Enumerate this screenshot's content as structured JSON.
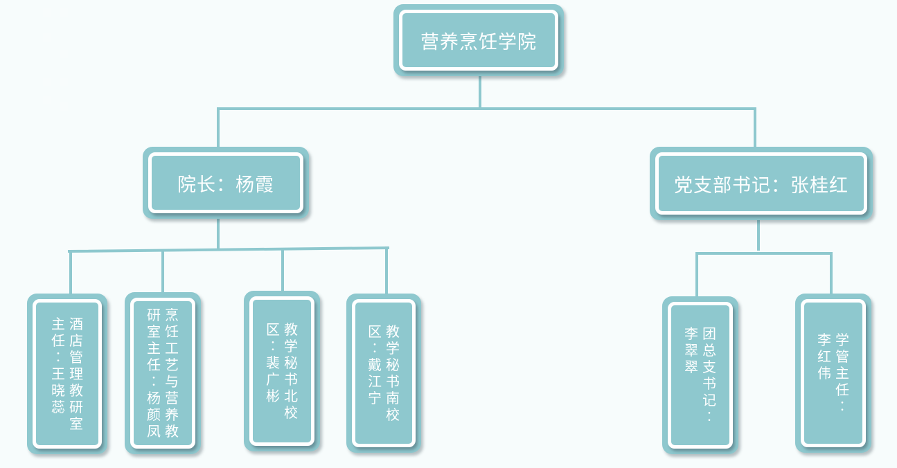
{
  "root": {
    "title": "营养烹饪学院"
  },
  "level1": {
    "dean": "院长：杨霞",
    "party": "党支部书记：张桂红"
  },
  "level2": [
    {
      "id": "hotel",
      "columns": [
        "酒店管理教研室",
        "主任：王晓蕊"
      ]
    },
    {
      "id": "cooking",
      "columns": [
        "烹饪工艺与营养教",
        "研室主任：杨颜凤"
      ]
    },
    {
      "id": "north",
      "columns": [
        "教学秘书北校",
        "区：裴广彬"
      ]
    },
    {
      "id": "south",
      "columns": [
        "教学秘书南校",
        "区：戴江宁"
      ]
    },
    {
      "id": "league",
      "columns": [
        "团总支书记：",
        "李翠翠"
      ]
    },
    {
      "id": "student",
      "columns": [
        "学管主任：",
        "李红伟"
      ]
    }
  ],
  "colors": {
    "node": "#8ec8ce",
    "line": "#8ec8ce",
    "border": "#ffffff",
    "text": "#ffffff",
    "background": "#f7fcfc"
  }
}
